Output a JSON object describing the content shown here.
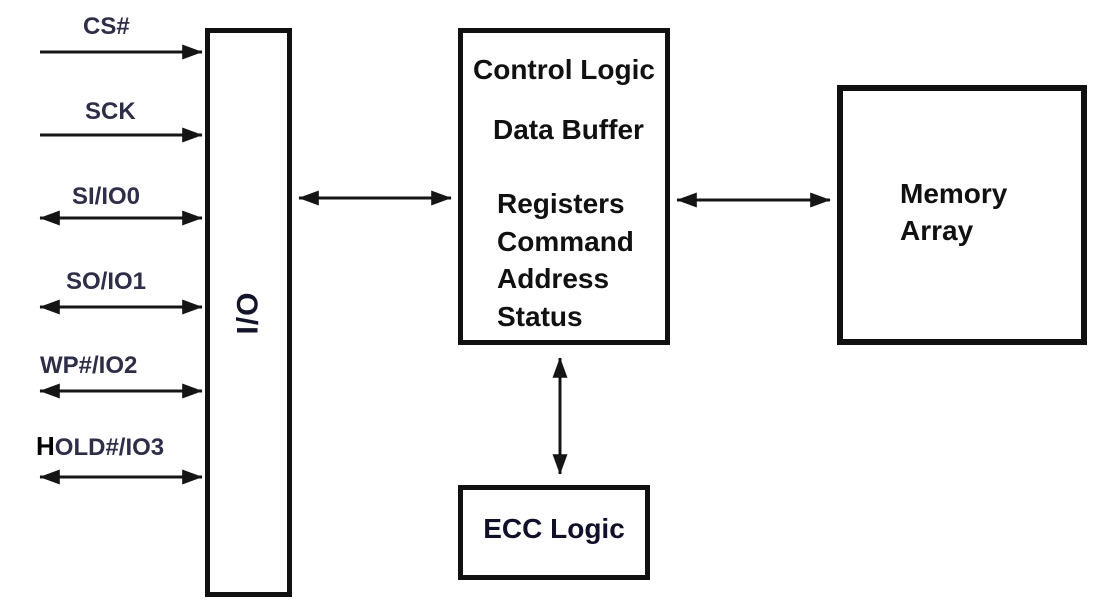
{
  "signals": [
    {
      "label": "CS#",
      "direction": "input"
    },
    {
      "label": "SCK",
      "direction": "input"
    },
    {
      "label": "SI/IO0",
      "direction": "bidirectional"
    },
    {
      "label": "SO/IO1",
      "direction": "bidirectional"
    },
    {
      "label": "WP#/IO2",
      "direction": "bidirectional"
    },
    {
      "label": "HOLD#/IO3",
      "direction": "bidirectional",
      "bold_prefix": "H",
      "rest": "OLD#/IO3"
    }
  ],
  "blocks": {
    "io": {
      "label": "I/O"
    },
    "control_logic": {
      "title": "Control Logic",
      "subtitle": "Data Buffer",
      "items": [
        "Registers",
        "Command",
        "Address",
        "Status"
      ]
    },
    "memory_array": {
      "lines": [
        "Memory",
        "Array"
      ]
    },
    "ecc_logic": {
      "title": "ECC Logic"
    }
  },
  "connections": [
    {
      "from": "I/O",
      "to": "Control Logic",
      "type": "bidirectional"
    },
    {
      "from": "Control Logic",
      "to": "Memory Array",
      "type": "bidirectional"
    },
    {
      "from": "Control Logic",
      "to": "ECC Logic",
      "type": "bidirectional"
    }
  ],
  "colors": {
    "background": "#ffffff",
    "line": "#151515",
    "box_border": "#111111",
    "box_text": "#111111",
    "signal_text": "#2e2e48"
  }
}
